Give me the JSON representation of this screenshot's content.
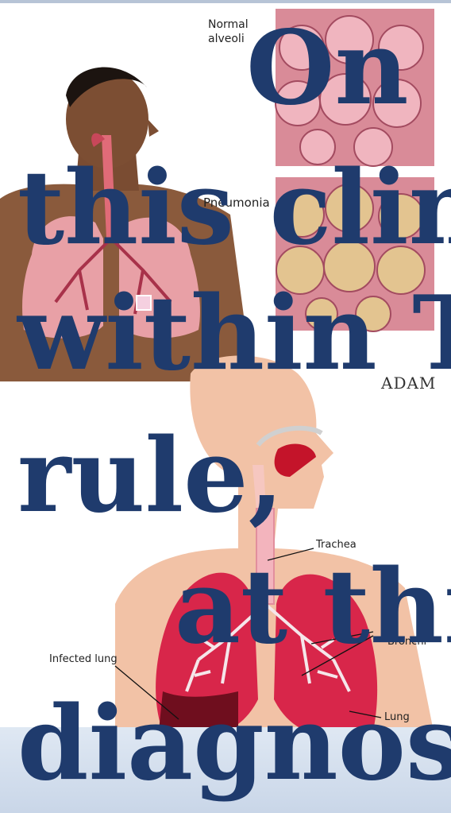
{
  "labels": {
    "normal_alveoli": "Normal alveoli",
    "pneumonia": "Pneumonia",
    "adam": "ADAM",
    "trachea": "Trachea",
    "bronchi": "Bronchi",
    "infected_lung": "Infected lung",
    "lung": "Lung"
  },
  "overlay_text": {
    "line1": "On",
    "line2": "this clin",
    "line3": "within T",
    "line4": "rule,",
    "line5": "at thi",
    "line6": "diagnos"
  },
  "colors": {
    "title_text": "#1f3b6d",
    "lung": "#d8264a",
    "skin": "#f2c2a6",
    "bottom_band": "#c9d6e8"
  }
}
